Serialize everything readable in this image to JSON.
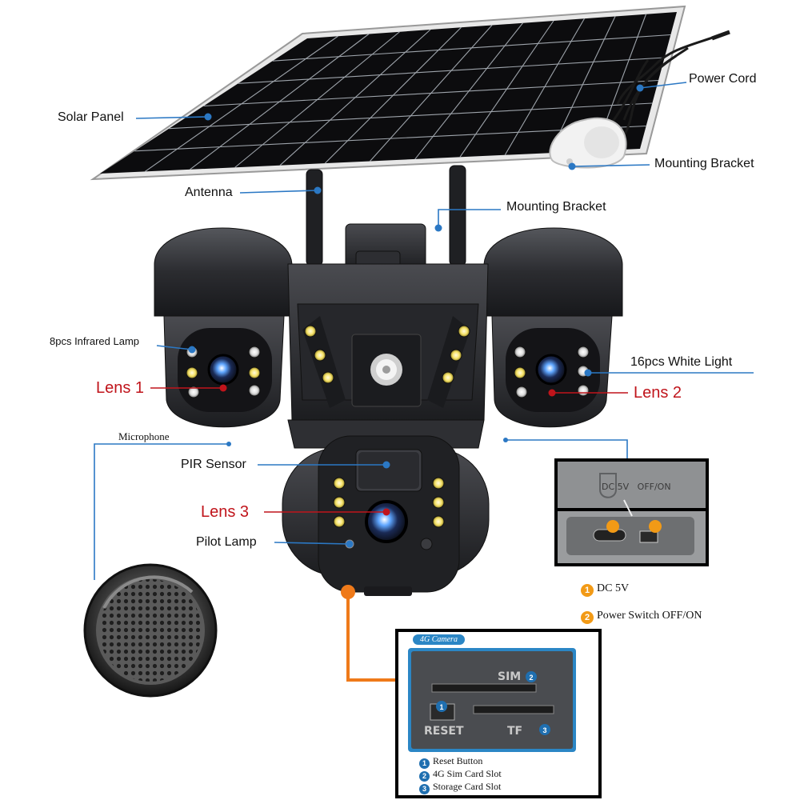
{
  "labels": {
    "solar_panel": "Solar Panel",
    "power_cord": "Power Cord",
    "mounting_bracket_top": "Mounting Bracket",
    "antenna": "Antenna",
    "mounting_bracket_mid": "Mounting Bracket",
    "infrared_lamp": "8pcs Infrared Lamp",
    "white_light": "16pcs White Light",
    "lens1": "Lens 1",
    "lens2": "Lens 2",
    "lens3": "Lens 3",
    "microphone": "Microphone",
    "pir_sensor": "PIR Sensor",
    "pilot_lamp": "Pilot Lamp"
  },
  "power_panel": {
    "cover_text": "DC 5V   OFF/ON",
    "items": [
      {
        "num": "1",
        "text": "DC 5V"
      },
      {
        "num": "2",
        "text": "Power Switch OFF/ON"
      }
    ]
  },
  "slot_panel": {
    "tag": "4G Camera",
    "slot_sim": "SIM",
    "slot_reset": "RESET",
    "slot_tf": "TF",
    "items": [
      {
        "num": "1",
        "text": "Reset Button"
      },
      {
        "num": "2",
        "text": "4G Sim Card Slot"
      },
      {
        "num": "3",
        "text": "Storage Card Slot"
      }
    ]
  },
  "colors": {
    "leader_blue": "#2b78c4",
    "leader_red": "#c0141b",
    "leader_orange": "#ef7a1a",
    "camera_body": "#2a2b2e"
  }
}
